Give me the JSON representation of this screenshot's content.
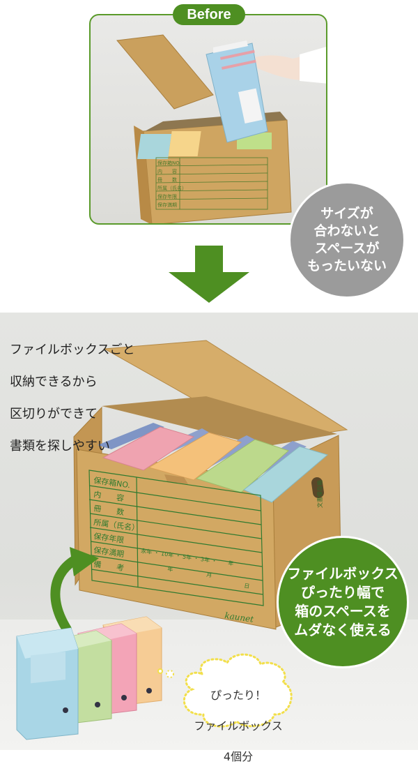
{
  "before": {
    "tag": "Before",
    "bubble": [
      "サイズが",
      "合わないと",
      "スペースが",
      "もったいない"
    ],
    "box_label_rows": [
      "保存箱NO.",
      "内　　容",
      "冊　　数",
      "所属（氏名）",
      "保存年限",
      "保存満期"
    ]
  },
  "after": {
    "caption": [
      "ファイルボックスごと",
      "収納できるから",
      "区切りができて",
      "書類を探しやすい"
    ],
    "bubble": [
      "ファイルボックス",
      "ぴったり幅で",
      "箱のスペースを",
      "ムダなく使える"
    ],
    "cloud": [
      "ぴったり！",
      "ファイルボックス",
      "4個分"
    ],
    "box_label_rows": [
      "保存箱NO.",
      "内　　容",
      "冊　　数",
      "所属（氏名）",
      "保存年限",
      "保存満期",
      "備　　考"
    ],
    "retention_options": "永年 ・ 10年 ・ 5年 ・ 3年 ・　　年",
    "date_fields": [
      "年",
      "月",
      "日"
    ],
    "brand": "kaunet",
    "side_label": "文書保存箱"
  },
  "colors": {
    "accent_green": "#4e8f22",
    "bubble_grey": "#9b9b9b",
    "cardboard": "#cfa561",
    "file_pink": "#efa3b0",
    "file_orange": "#f4c17a",
    "file_green": "#bcd98c",
    "file_blue": "#a9d6dc"
  }
}
